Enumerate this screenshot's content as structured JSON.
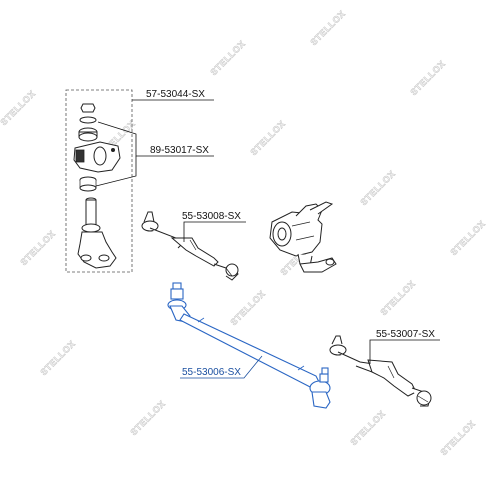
{
  "watermark": {
    "text": "STELLOX"
  },
  "parts": [
    {
      "id": "p1",
      "number": "57-53044-SX",
      "highlighted": false
    },
    {
      "id": "p2",
      "number": "89-53017-SX",
      "highlighted": false
    },
    {
      "id": "p3",
      "number": "55-53008-SX",
      "highlighted": false
    },
    {
      "id": "p4",
      "number": "55-53007-SX",
      "highlighted": false
    },
    {
      "id": "p5",
      "number": "55-53006-SX",
      "highlighted": true
    }
  ],
  "colors": {
    "highlight": "#1a4fa0",
    "line": "#222222",
    "watermark": "#c9c9c9"
  }
}
